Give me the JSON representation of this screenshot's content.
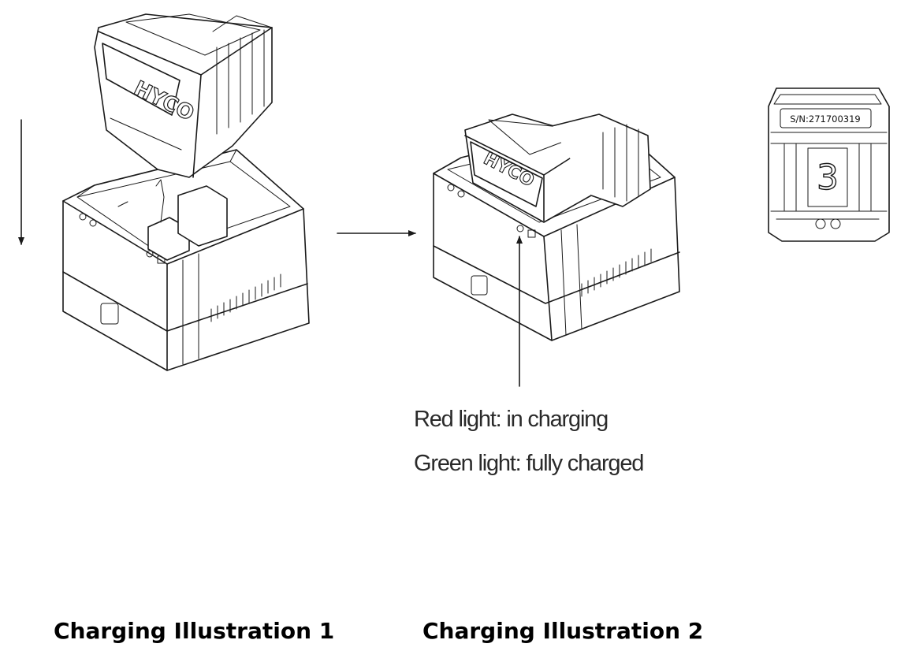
{
  "battery_brand": "HYCO",
  "serial_label": "S/N:271700319",
  "slot_number": "3",
  "indicator_notes": {
    "red": "Red light: in charging",
    "green": "Green light: fully charged"
  },
  "captions": {
    "illustration_1": "Charging Illustration 1",
    "illustration_2": "Charging Illustration 2"
  },
  "icons": [
    "down-arrow-icon",
    "right-arrow-icon",
    "up-arrow-icon"
  ]
}
